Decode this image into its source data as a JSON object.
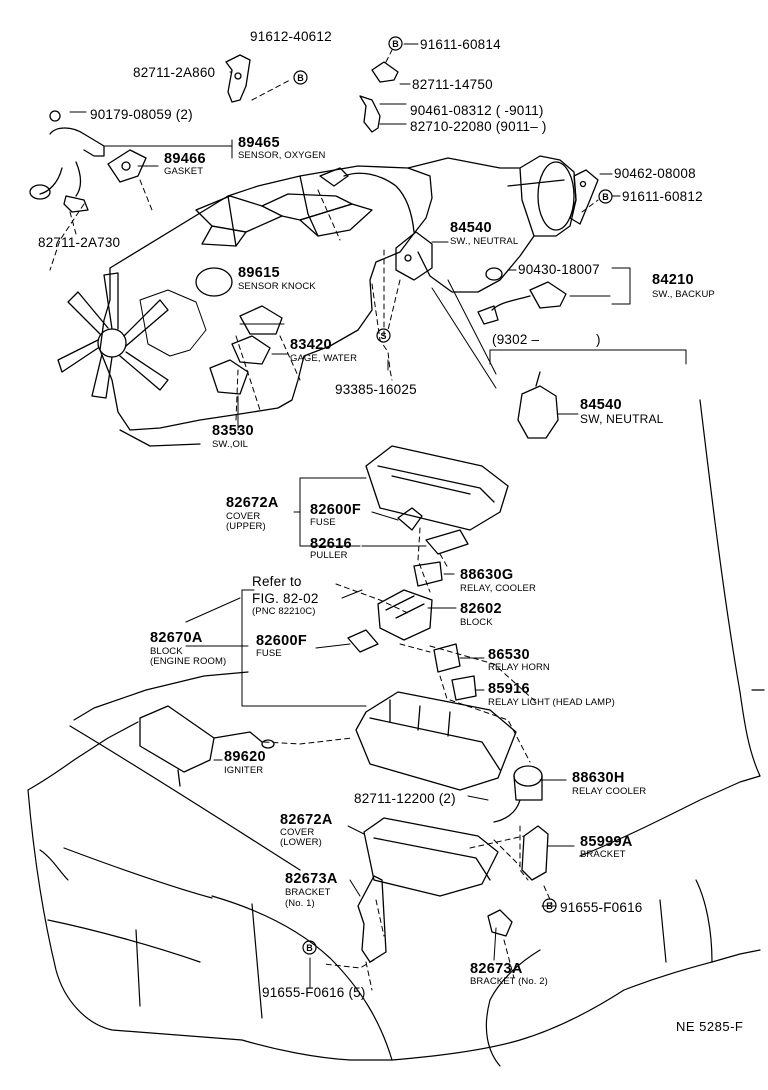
{
  "diagram": {
    "code": "NE  5285-F",
    "reference": {
      "line1": "Refer to",
      "line2": "FIG. 82-02",
      "line3": "(PNC 82210C)"
    },
    "inset_header": {
      "open": "(9302 –",
      "close": ")"
    },
    "parts": {
      "p91612_40612": "91612-40612",
      "p82711_2A860": "82711-2A860",
      "p91611_60814": "91611-60814",
      "p82711_14750": "82711-14750",
      "p90461_08312": "90461-08312 (          -9011)",
      "p82710_22080": "82710-22080 (9011–          )",
      "p90179_08059": "90179-08059 (2)",
      "p89465": "89465",
      "p89465_name": "SENSOR, OXYGEN",
      "p89466": "89466",
      "p89466_name": "GASKET",
      "p82711_2A730": "82711-2A730",
      "p90462_08008": "90462-08008",
      "p91611_60812": "91611-60812",
      "p84540a": "84540",
      "p84540a_name": "SW., NEUTRAL",
      "p90430_18007": "90430-18007",
      "p84210": "84210",
      "p84210_name": "SW., BACKUP",
      "p89615": "89615",
      "p89615_name": "SENSOR KNOCK",
      "p83420": "83420",
      "p83420_name": "GAGE, WATER",
      "p93385_16025": "93385-16025",
      "p84540b": "84540",
      "p84540b_name": "SW, NEUTRAL",
      "p83530": "83530",
      "p83530_name": "SW.,OIL",
      "p82672A_upper": "82672A",
      "p82672A_upper_n1": "COVER",
      "p82672A_upper_n2": "(UPPER)",
      "p82600F_a": "82600F",
      "p82600F_a_name": "FUSE",
      "p82616": "82616",
      "p82616_name": "PULLER",
      "p88630G": "88630G",
      "p88630G_name": "RELAY, COOLER",
      "p82602": "82602",
      "p82602_name": "BLOCK",
      "p82670A": "82670A",
      "p82670A_n1": "BLOCK",
      "p82670A_n2": "(ENGINE ROOM)",
      "p82600F_b": "82600F",
      "p82600F_b_name": "FUSE",
      "p86530": "86530",
      "p86530_name": "RELAY HORN",
      "p85916": "85916",
      "p85916_name": "RELAY LIGHT (HEAD LAMP)",
      "p89620": "89620",
      "p89620_name": "IGNITER",
      "p88630H": "88630H",
      "p88630H_name": "RELAY COOLER",
      "p82711_12200": "82711-12200 (2)",
      "p82672A_lower": "82672A",
      "p82672A_lower_n1": "COVER",
      "p82672A_lower_n2": "(LOWER)",
      "p85999A": "85999A",
      "p85999A_name": "BRACKET",
      "p82673A_1": "82673A",
      "p82673A_1_n1": "BRACKET",
      "p82673A_1_n2": "(No. 1)",
      "p91655_F0616": "91655-F0616",
      "p82673A_2": "82673A",
      "p82673A_2_name": "BRACKET (No. 2)",
      "p91655_F0616_5": "91655-F0616 (5)"
    },
    "markers": {
      "bolt": "B",
      "stud": "S"
    }
  }
}
